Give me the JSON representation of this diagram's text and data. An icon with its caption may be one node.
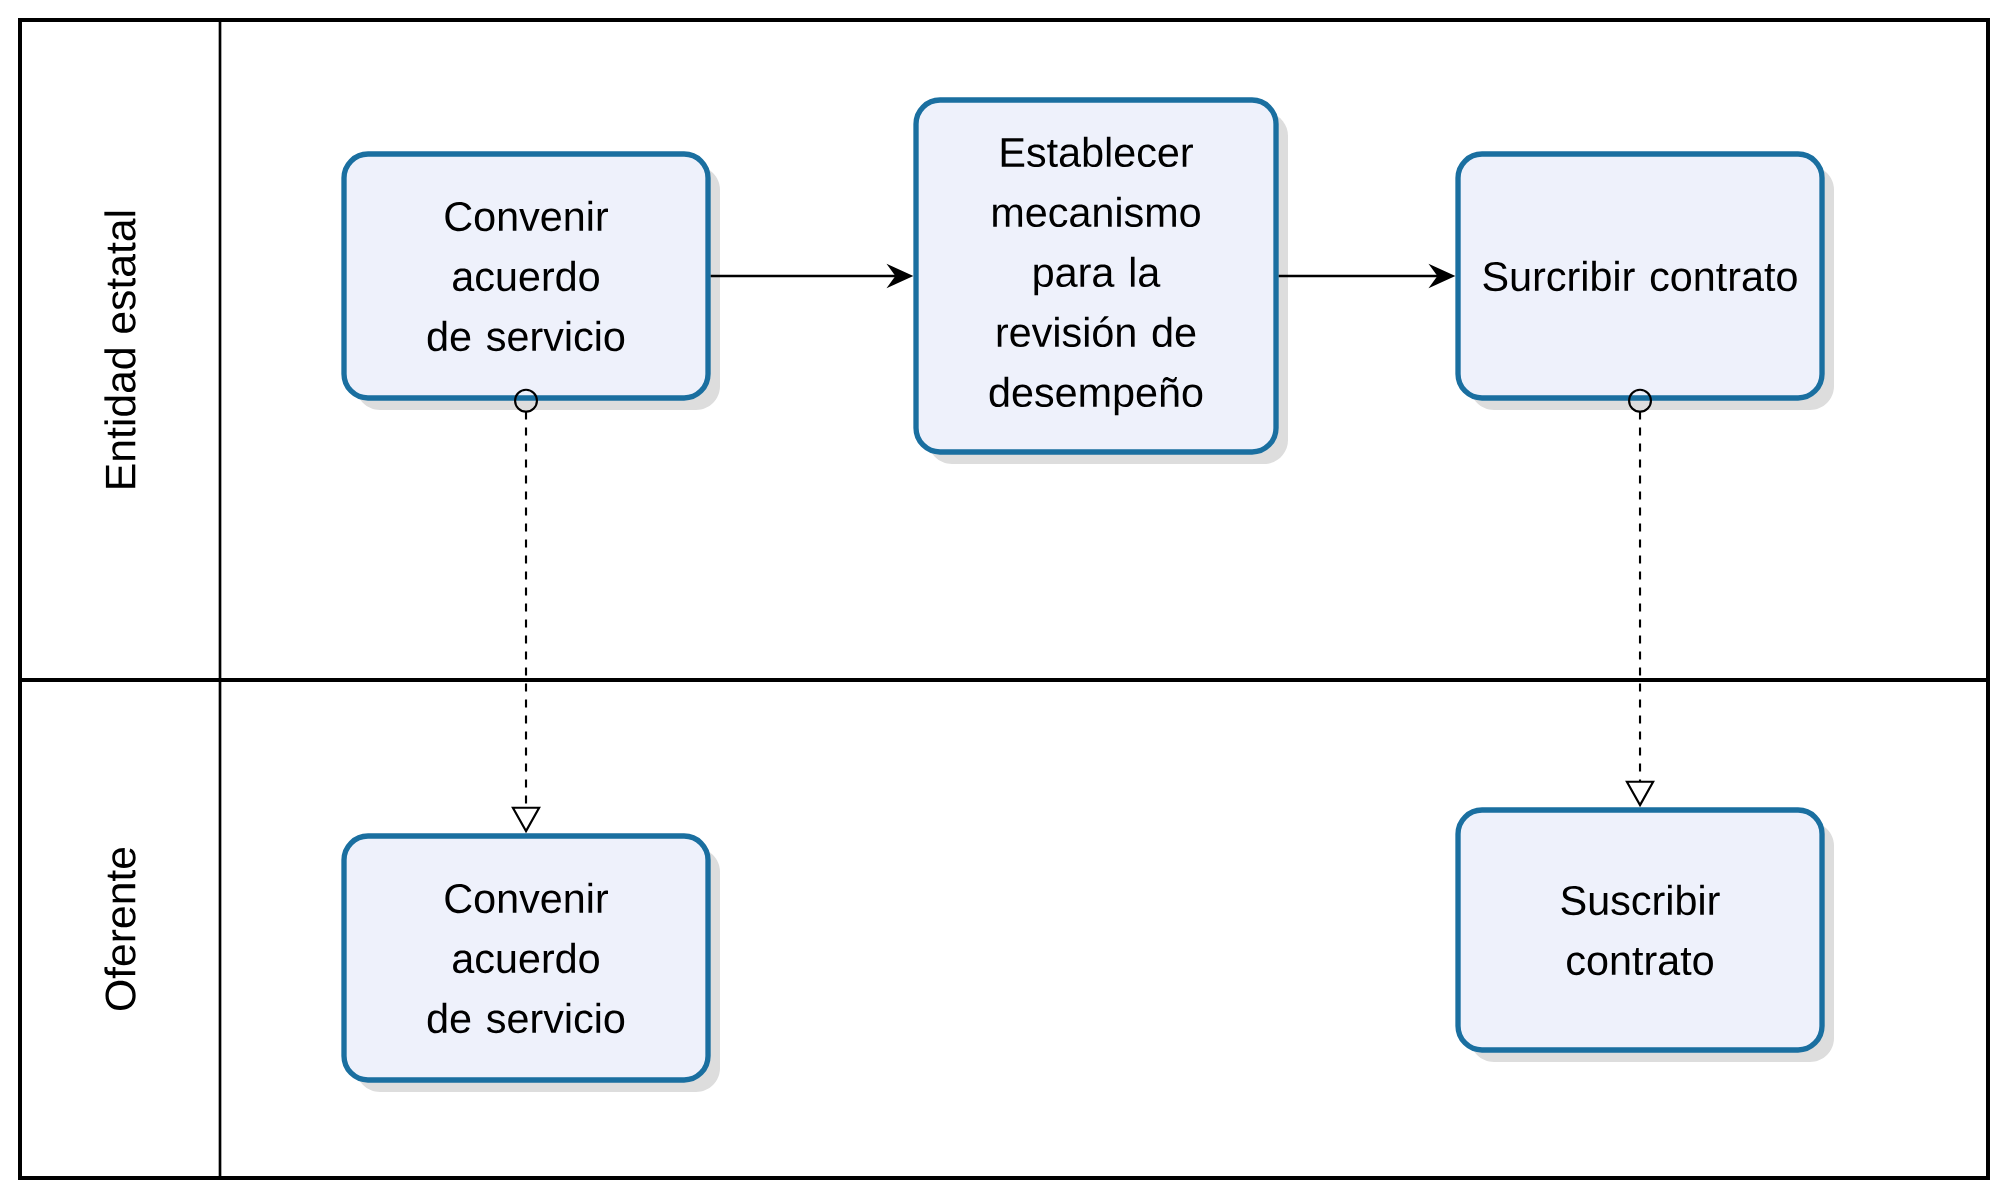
{
  "diagram": {
    "nodes": [
      {
        "text": [
          "Entidad estatal"
        ]
      },
      {
        "text": [
          "Convenir acuerdo de servicio"
        ],
        "in": 0
      },
      {
        "text": [
          "Establecer mecanismo para la revisión de desempeño"
        ],
        "in": 0
      },
      {
        "text": [
          "Surcribir contrato"
        ],
        "in": 0
      },
      {
        "text": [
          "Oferente"
        ]
      },
      {
        "text": [
          "Convenir acuerdo de servicio"
        ],
        "in": 4
      },
      {
        "text": [
          "Suscribir contrato"
        ],
        "in": 4
      }
    ],
    "edges": [
      {
        "from": 1,
        "to": 2,
        "arrow": "to"
      },
      {
        "from": 2,
        "to": 3,
        "arrow": "to"
      },
      {
        "from": 1,
        "to": 5,
        "arrow": "to",
        "style": "dashed"
      },
      {
        "from": 3,
        "to": 6,
        "arrow": "to",
        "style": "dashed"
      }
    ]
  }
}
